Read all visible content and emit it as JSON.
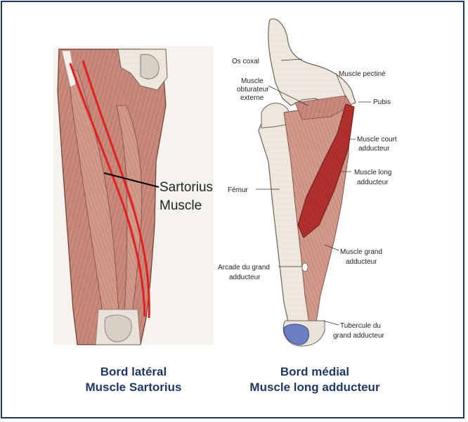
{
  "left_figure": {
    "label_line1": "Sartorius",
    "label_line2": "Muscle",
    "highlight_color": "#e02020"
  },
  "right_figure": {
    "labels": {
      "os_coxal": "Os coxal",
      "obturateur_1": "Muscle",
      "obturateur_2": "obturateur",
      "obturateur_3": "externe",
      "pectine": "Muscle pectiné",
      "pubis": "Pubis",
      "court_1": "Muscle court",
      "court_2": "adducteur",
      "long_1": "Muscle  long",
      "long_2": "adducteur",
      "femur": "Fémur",
      "grand_1": "Muscle grand",
      "grand_2": "adducteur",
      "arcade_1": "Arcade du grand",
      "arcade_2": "adducteur",
      "tubercule_1": "Tubercule du",
      "tubercule_2": "grand adducteur"
    },
    "highlight_color": "#b0272b"
  },
  "captions": {
    "left_line1": "Bord latéral",
    "left_line2": "Muscle Sartorius",
    "right_line1": "Bord médial",
    "right_line2": "Muscle long adducteur"
  },
  "colors": {
    "border": "#1f3864",
    "caption": "#1f3864",
    "muscle": "#c8877a",
    "bone": "#f1ece4"
  }
}
